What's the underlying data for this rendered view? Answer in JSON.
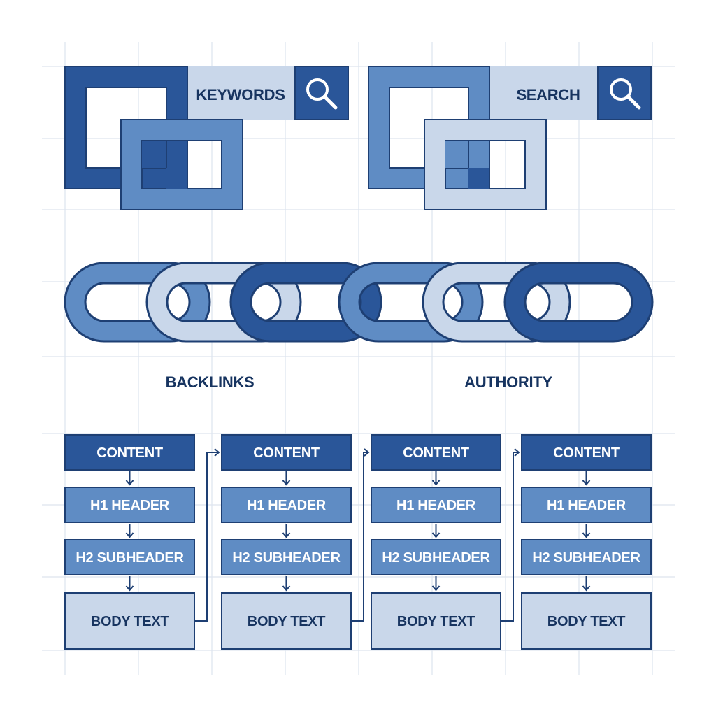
{
  "colors": {
    "background": "#ffffff",
    "grid": "#dde4ee",
    "dark_blue": "#2a5699",
    "mid_blue": "#5f8cc4",
    "light_blue": "#c9d7ea",
    "outline": "#1e3f73",
    "text_dark": "#173460",
    "text_light": "#ffffff"
  },
  "top_panels": [
    {
      "label": "KEYWORDS",
      "icon": "search-icon"
    },
    {
      "label": "SEARCH",
      "icon": "search-icon"
    }
  ],
  "chain": {
    "labels": [
      "BACKLINKS",
      "AUTHORITY"
    ]
  },
  "columns": [
    {
      "content": "CONTENT",
      "h1": "H1 HEADER",
      "h2": "H2 SUBHEADER",
      "body": "BODY TEXT"
    },
    {
      "content": "CONTENT",
      "h1": "H1 HEADER",
      "h2": "H2 SUBHEADER",
      "body": "BODY TEXT"
    },
    {
      "content": "CONTENT",
      "h1": "H1 HEADER",
      "h2": "H2 SUBHEADER",
      "body": "BODY TEXT"
    },
    {
      "content": "CONTENT",
      "h1": "H1 HEADER",
      "h2": "H2 SUBHEADER",
      "body": "BODY TEXT"
    }
  ]
}
